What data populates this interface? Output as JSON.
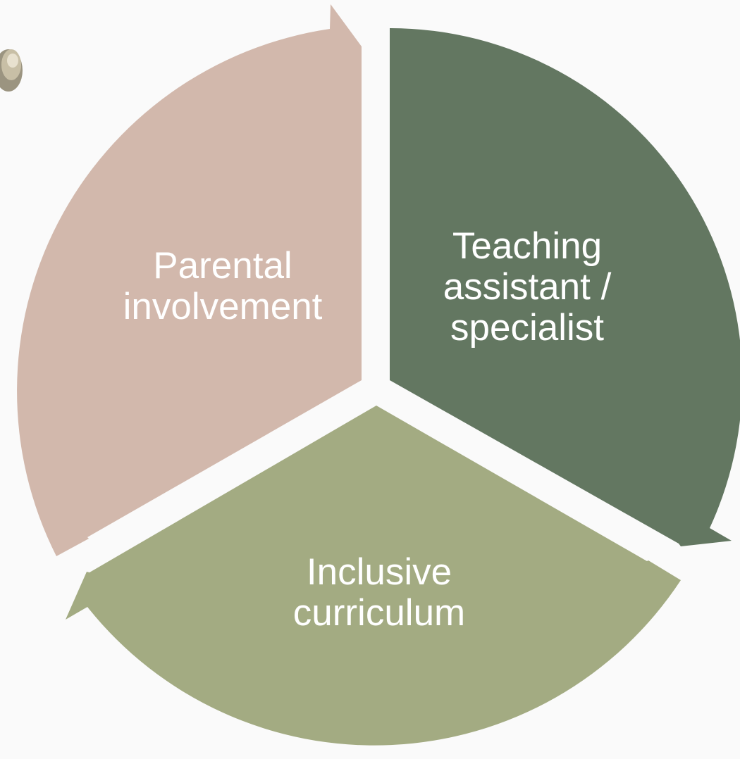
{
  "diagram": {
    "type": "cycle",
    "segments": [
      {
        "id": "teaching",
        "lines": [
          "Teaching",
          "assistant /",
          "specialist"
        ],
        "color": "#637761"
      },
      {
        "id": "curriculum",
        "lines": [
          "Inclusive",
          "curriculum"
        ],
        "color": "#a3ab82"
      },
      {
        "id": "parental",
        "lines": [
          "Parental",
          "involvement"
        ],
        "color": "#d2b8ac"
      }
    ],
    "decoration": {
      "icon": "pebble-icon",
      "colors": [
        "#9b9480",
        "#c8bfa6",
        "#e8e1cf"
      ]
    }
  }
}
